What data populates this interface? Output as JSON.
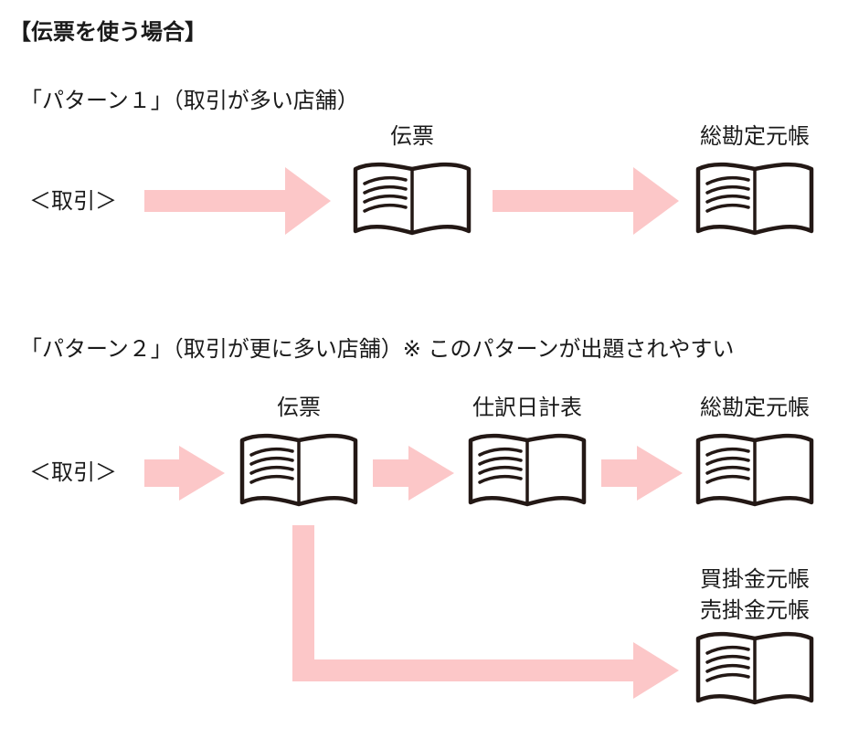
{
  "title": "【伝票を使う場合】",
  "pattern1": {
    "heading": "「パターン１」（取引が多い店舗）",
    "input_label": "＜取引＞",
    "books": [
      "伝票",
      "総勘定元帳"
    ]
  },
  "pattern2": {
    "heading": "「パターン２」（取引が更に多い店舗）※  このパターンが出題されやすい",
    "input_label": "＜取引＞",
    "books": [
      "伝票",
      "仕訳日計表",
      "総勘定元帳"
    ],
    "branch_label_line1": "買掛金元帳",
    "branch_label_line2": "売掛金元帳"
  },
  "colors": {
    "arrow": "#fcc7c8",
    "book_stroke": "#231815",
    "text": "#1a1a1a"
  },
  "icons": {
    "book": "open-book-icon",
    "arrow": "right-arrow"
  }
}
